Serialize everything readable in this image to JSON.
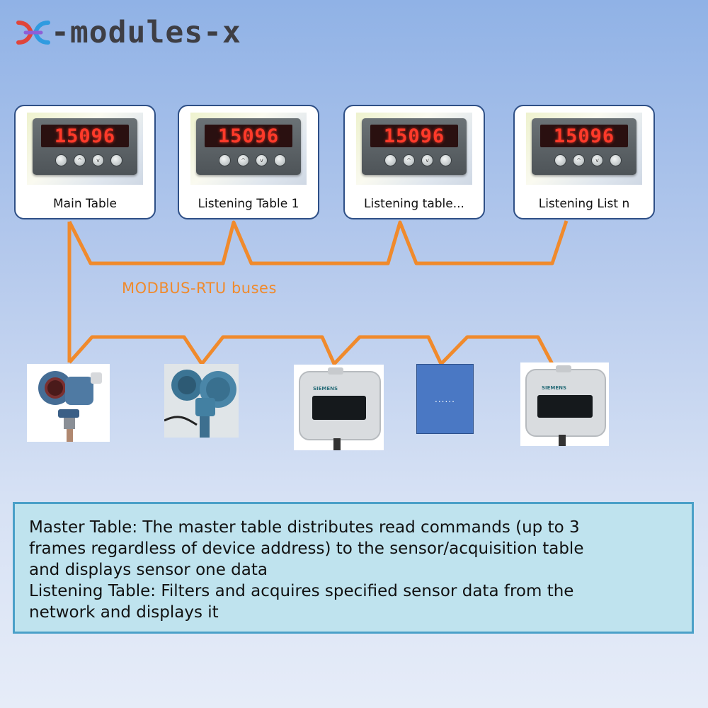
{
  "brand": {
    "text": "-modules-x"
  },
  "meters": [
    {
      "label": "Main Table",
      "reading": "15096"
    },
    {
      "label": "Listening Table 1",
      "reading": "15096"
    },
    {
      "label": "Listening table...",
      "reading": "15096"
    },
    {
      "label": "Listening List n",
      "reading": "15096"
    }
  ],
  "bus": {
    "label": "MODBUS-RTU buses"
  },
  "sensors": [
    {
      "kind": "pressure transmitter"
    },
    {
      "kind": "pressure transmitter"
    },
    {
      "kind": "room sensor",
      "brand": "SIEMENS"
    },
    {
      "kind": "placeholder",
      "text": "......"
    },
    {
      "kind": "room sensor",
      "brand": "SIEMENS"
    }
  ],
  "description": {
    "lines": [
      "Master Table: The master table distributes read commands (up to 3",
      "frames regardless of device address) to the sensor/acquisition table",
      "and displays sensor one data",
      "Listening Table: Filters and acquires specified sensor data from the",
      "network and displays it"
    ]
  },
  "colors": {
    "bus_wire": "#f08a2c",
    "card_border": "#2e4f86",
    "info_box_bg": "#bfe3ee",
    "info_box_border": "#4aa0c8",
    "placeholder_box": "#4a78c4"
  }
}
